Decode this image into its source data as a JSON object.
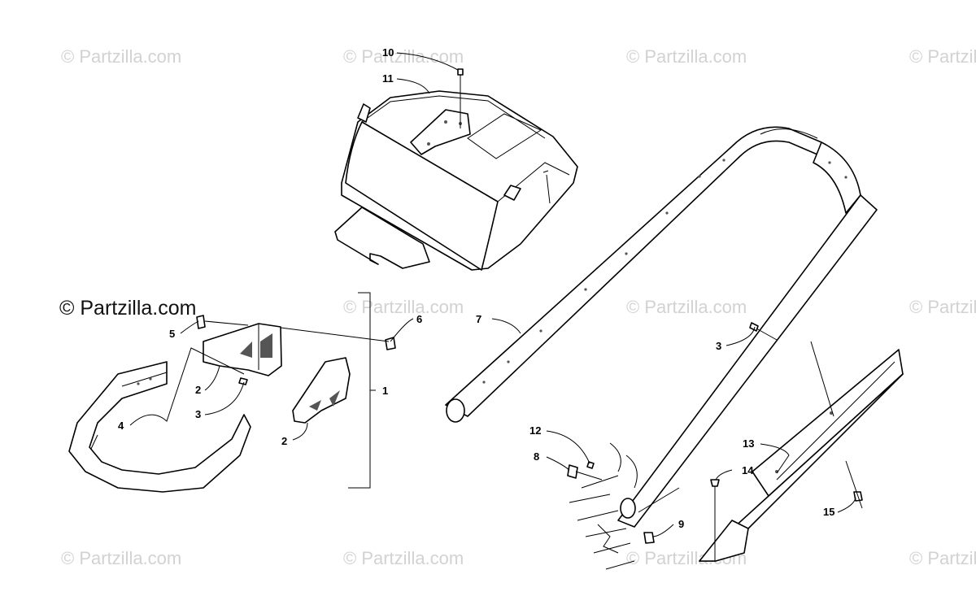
{
  "watermark": {
    "text": "© Partzilla.com"
  },
  "brand_label": "© Partzilla.com",
  "callouts": {
    "c1": "1",
    "c2a": "2",
    "c2b": "2",
    "c3a": "3",
    "c3b": "3",
    "c4": "4",
    "c5": "5",
    "c6": "6",
    "c7": "7",
    "c8": "8",
    "c9": "9",
    "c10": "10",
    "c11": "11",
    "c12": "12",
    "c13": "13",
    "c14": "14",
    "c15": "15"
  }
}
